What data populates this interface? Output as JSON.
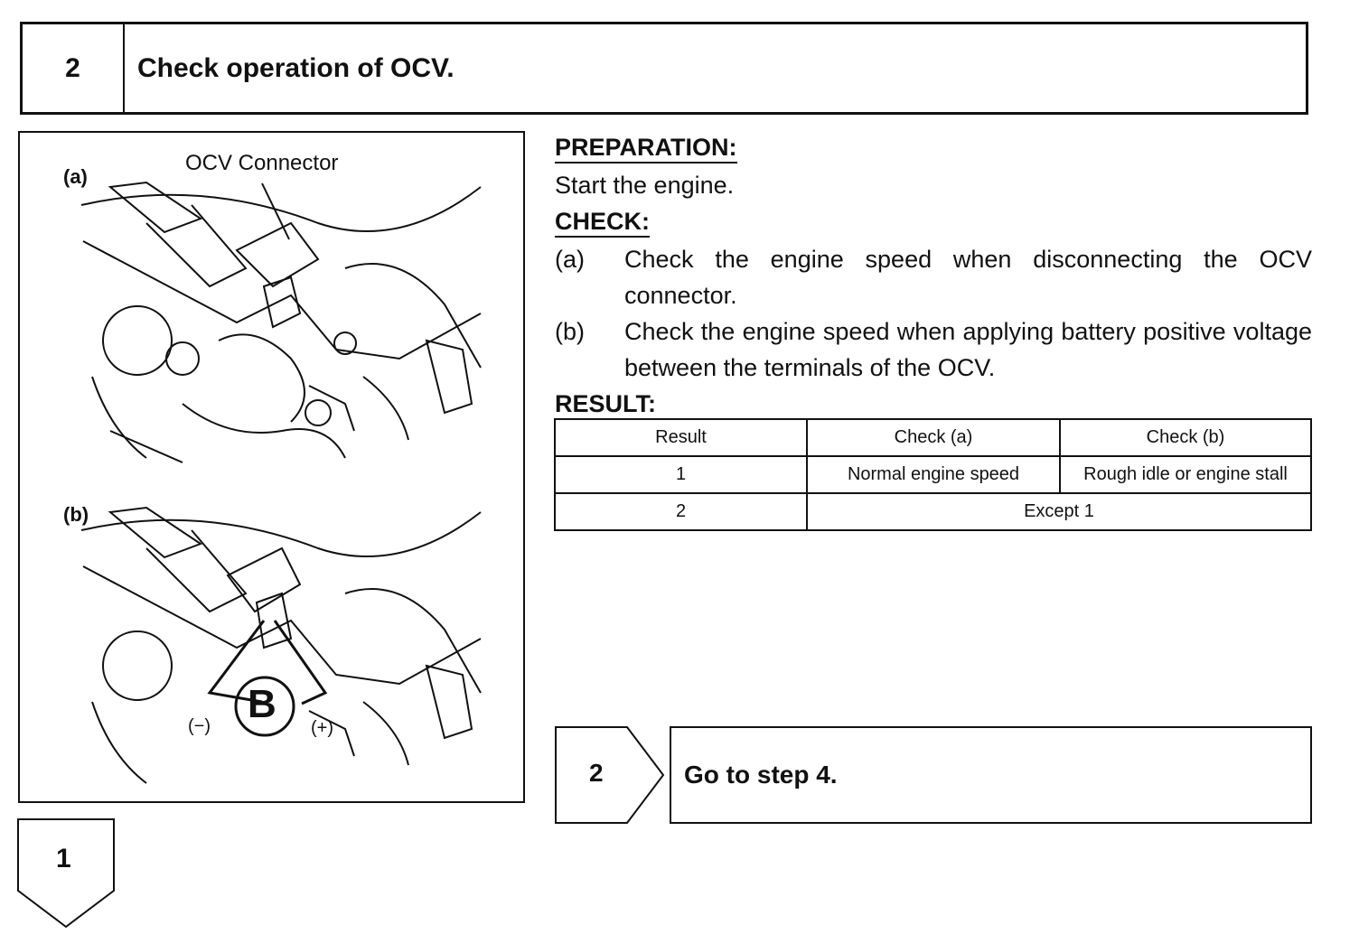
{
  "step": {
    "number": "2",
    "title": "Check operation of OCV."
  },
  "figure": {
    "label_a": "(a)",
    "connector_label": "OCV Connector",
    "label_b": "(b)",
    "battery_label": "B",
    "negative_label": "(−)",
    "positive_label": "(+)"
  },
  "preparation": {
    "heading": "PREPARATION:",
    "text": "Start the engine."
  },
  "check": {
    "heading": "CHECK:",
    "items": [
      {
        "label": "(a)",
        "text": "Check the engine speed when disconnecting the OCV connector."
      },
      {
        "label": "(b)",
        "text": "Check the engine speed when applying battery positive voltage between the terminals of the OCV."
      }
    ]
  },
  "result": {
    "heading": "RESULT:",
    "headers": [
      "Result",
      "Check (a)",
      "Check (b)"
    ],
    "row1": [
      "1",
      "Normal engine speed",
      "Rough idle or engine stall"
    ],
    "row2": [
      "2",
      "Except 1"
    ]
  },
  "branch": {
    "number": "2",
    "text": "Go to step 4."
  },
  "next_step": {
    "number": "1"
  }
}
